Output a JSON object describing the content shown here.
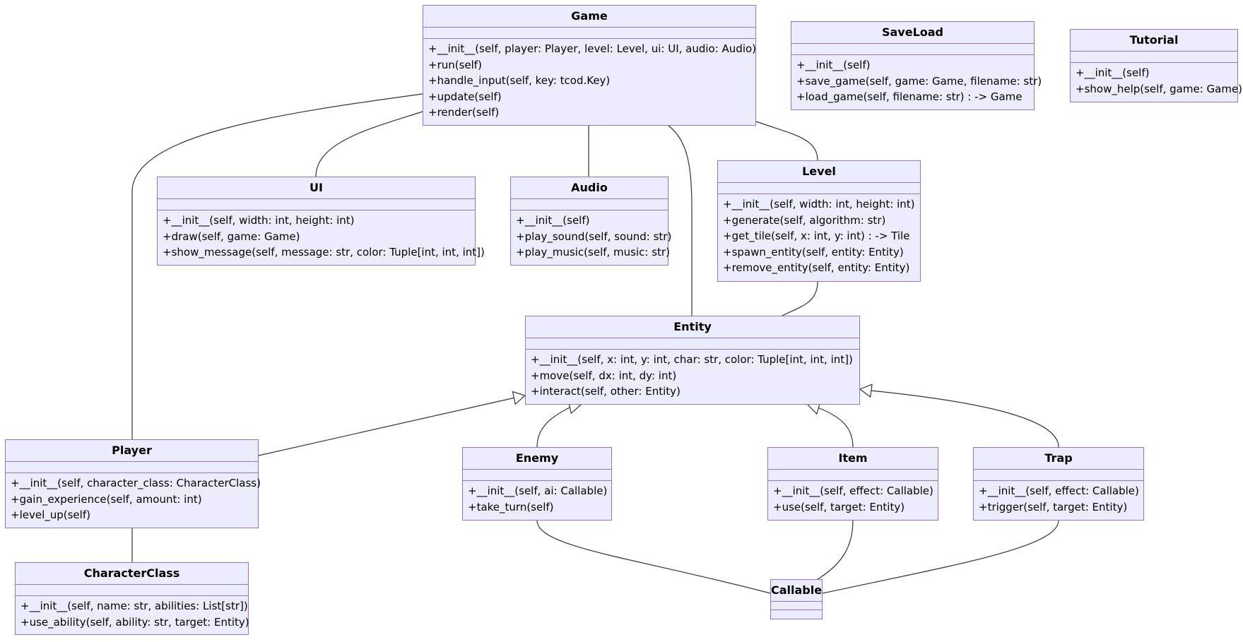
{
  "diagram": {
    "classes": [
      {
        "id": "game",
        "name": "Game",
        "methods": [
          "+__init__(self, player: Player, level: Level, ui: UI, audio: Audio)",
          "+run(self)",
          "+handle_input(self, key: tcod.Key)",
          "+update(self)",
          "+render(self)"
        ]
      },
      {
        "id": "saveload",
        "name": "SaveLoad",
        "methods": [
          "+__init__(self)",
          "+save_game(self, game: Game, filename: str)",
          "+load_game(self, filename: str) : -> Game"
        ]
      },
      {
        "id": "tutorial",
        "name": "Tutorial",
        "methods": [
          "+__init__(self)",
          "+show_help(self, game: Game)"
        ]
      },
      {
        "id": "ui",
        "name": "UI",
        "methods": [
          "+__init__(self, width: int, height: int)",
          "+draw(self, game: Game)",
          "+show_message(self, message: str, color: Tuple[int, int, int])"
        ]
      },
      {
        "id": "audio",
        "name": "Audio",
        "methods": [
          "+__init__(self)",
          "+play_sound(self, sound: str)",
          "+play_music(self, music: str)"
        ]
      },
      {
        "id": "level",
        "name": "Level",
        "methods": [
          "+__init__(self, width: int, height: int)",
          "+generate(self, algorithm: str)",
          "+get_tile(self, x: int, y: int) : -> Tile",
          "+spawn_entity(self, entity: Entity)",
          "+remove_entity(self, entity: Entity)"
        ]
      },
      {
        "id": "entity",
        "name": "Entity",
        "methods": [
          "+__init__(self, x: int, y: int, char: str, color: Tuple[int, int, int])",
          "+move(self, dx: int, dy: int)",
          "+interact(self, other: Entity)"
        ]
      },
      {
        "id": "player",
        "name": "Player",
        "methods": [
          "+__init__(self, character_class: CharacterClass)",
          "+gain_experience(self, amount: int)",
          "+level_up(self)"
        ]
      },
      {
        "id": "enemy",
        "name": "Enemy",
        "methods": [
          "+__init__(self, ai: Callable)",
          "+take_turn(self)"
        ]
      },
      {
        "id": "item",
        "name": "Item",
        "methods": [
          "+__init__(self, effect: Callable)",
          "+use(self, target: Entity)"
        ]
      },
      {
        "id": "trap",
        "name": "Trap",
        "methods": [
          "+__init__(self, effect: Callable)",
          "+trigger(self, target: Entity)"
        ]
      },
      {
        "id": "characterclass",
        "name": "CharacterClass",
        "methods": [
          "+__init__(self, name: str, abilities: List[str])",
          "+use_ability(self, ability: str, target: Entity)"
        ]
      },
      {
        "id": "callable",
        "name": "Callable",
        "methods": []
      }
    ],
    "relations": [
      {
        "from": "game",
        "to": "player",
        "kind": "association"
      },
      {
        "from": "game",
        "to": "ui",
        "kind": "association"
      },
      {
        "from": "game",
        "to": "audio",
        "kind": "association"
      },
      {
        "from": "game",
        "to": "entity",
        "kind": "association"
      },
      {
        "from": "game",
        "to": "level",
        "kind": "association"
      },
      {
        "from": "level",
        "to": "entity",
        "kind": "association"
      },
      {
        "from": "player",
        "to": "entity",
        "kind": "inheritance"
      },
      {
        "from": "enemy",
        "to": "entity",
        "kind": "inheritance"
      },
      {
        "from": "item",
        "to": "entity",
        "kind": "inheritance"
      },
      {
        "from": "trap",
        "to": "entity",
        "kind": "inheritance"
      },
      {
        "from": "player",
        "to": "characterclass",
        "kind": "association"
      },
      {
        "from": "enemy",
        "to": "callable",
        "kind": "association"
      },
      {
        "from": "item",
        "to": "callable",
        "kind": "association"
      },
      {
        "from": "trap",
        "to": "callable",
        "kind": "association"
      }
    ],
    "colors": {
      "box_fill": "#ECECFF",
      "box_border": "#9370DB",
      "edge": "#333333",
      "arrow_fill": "#ffffff"
    }
  }
}
